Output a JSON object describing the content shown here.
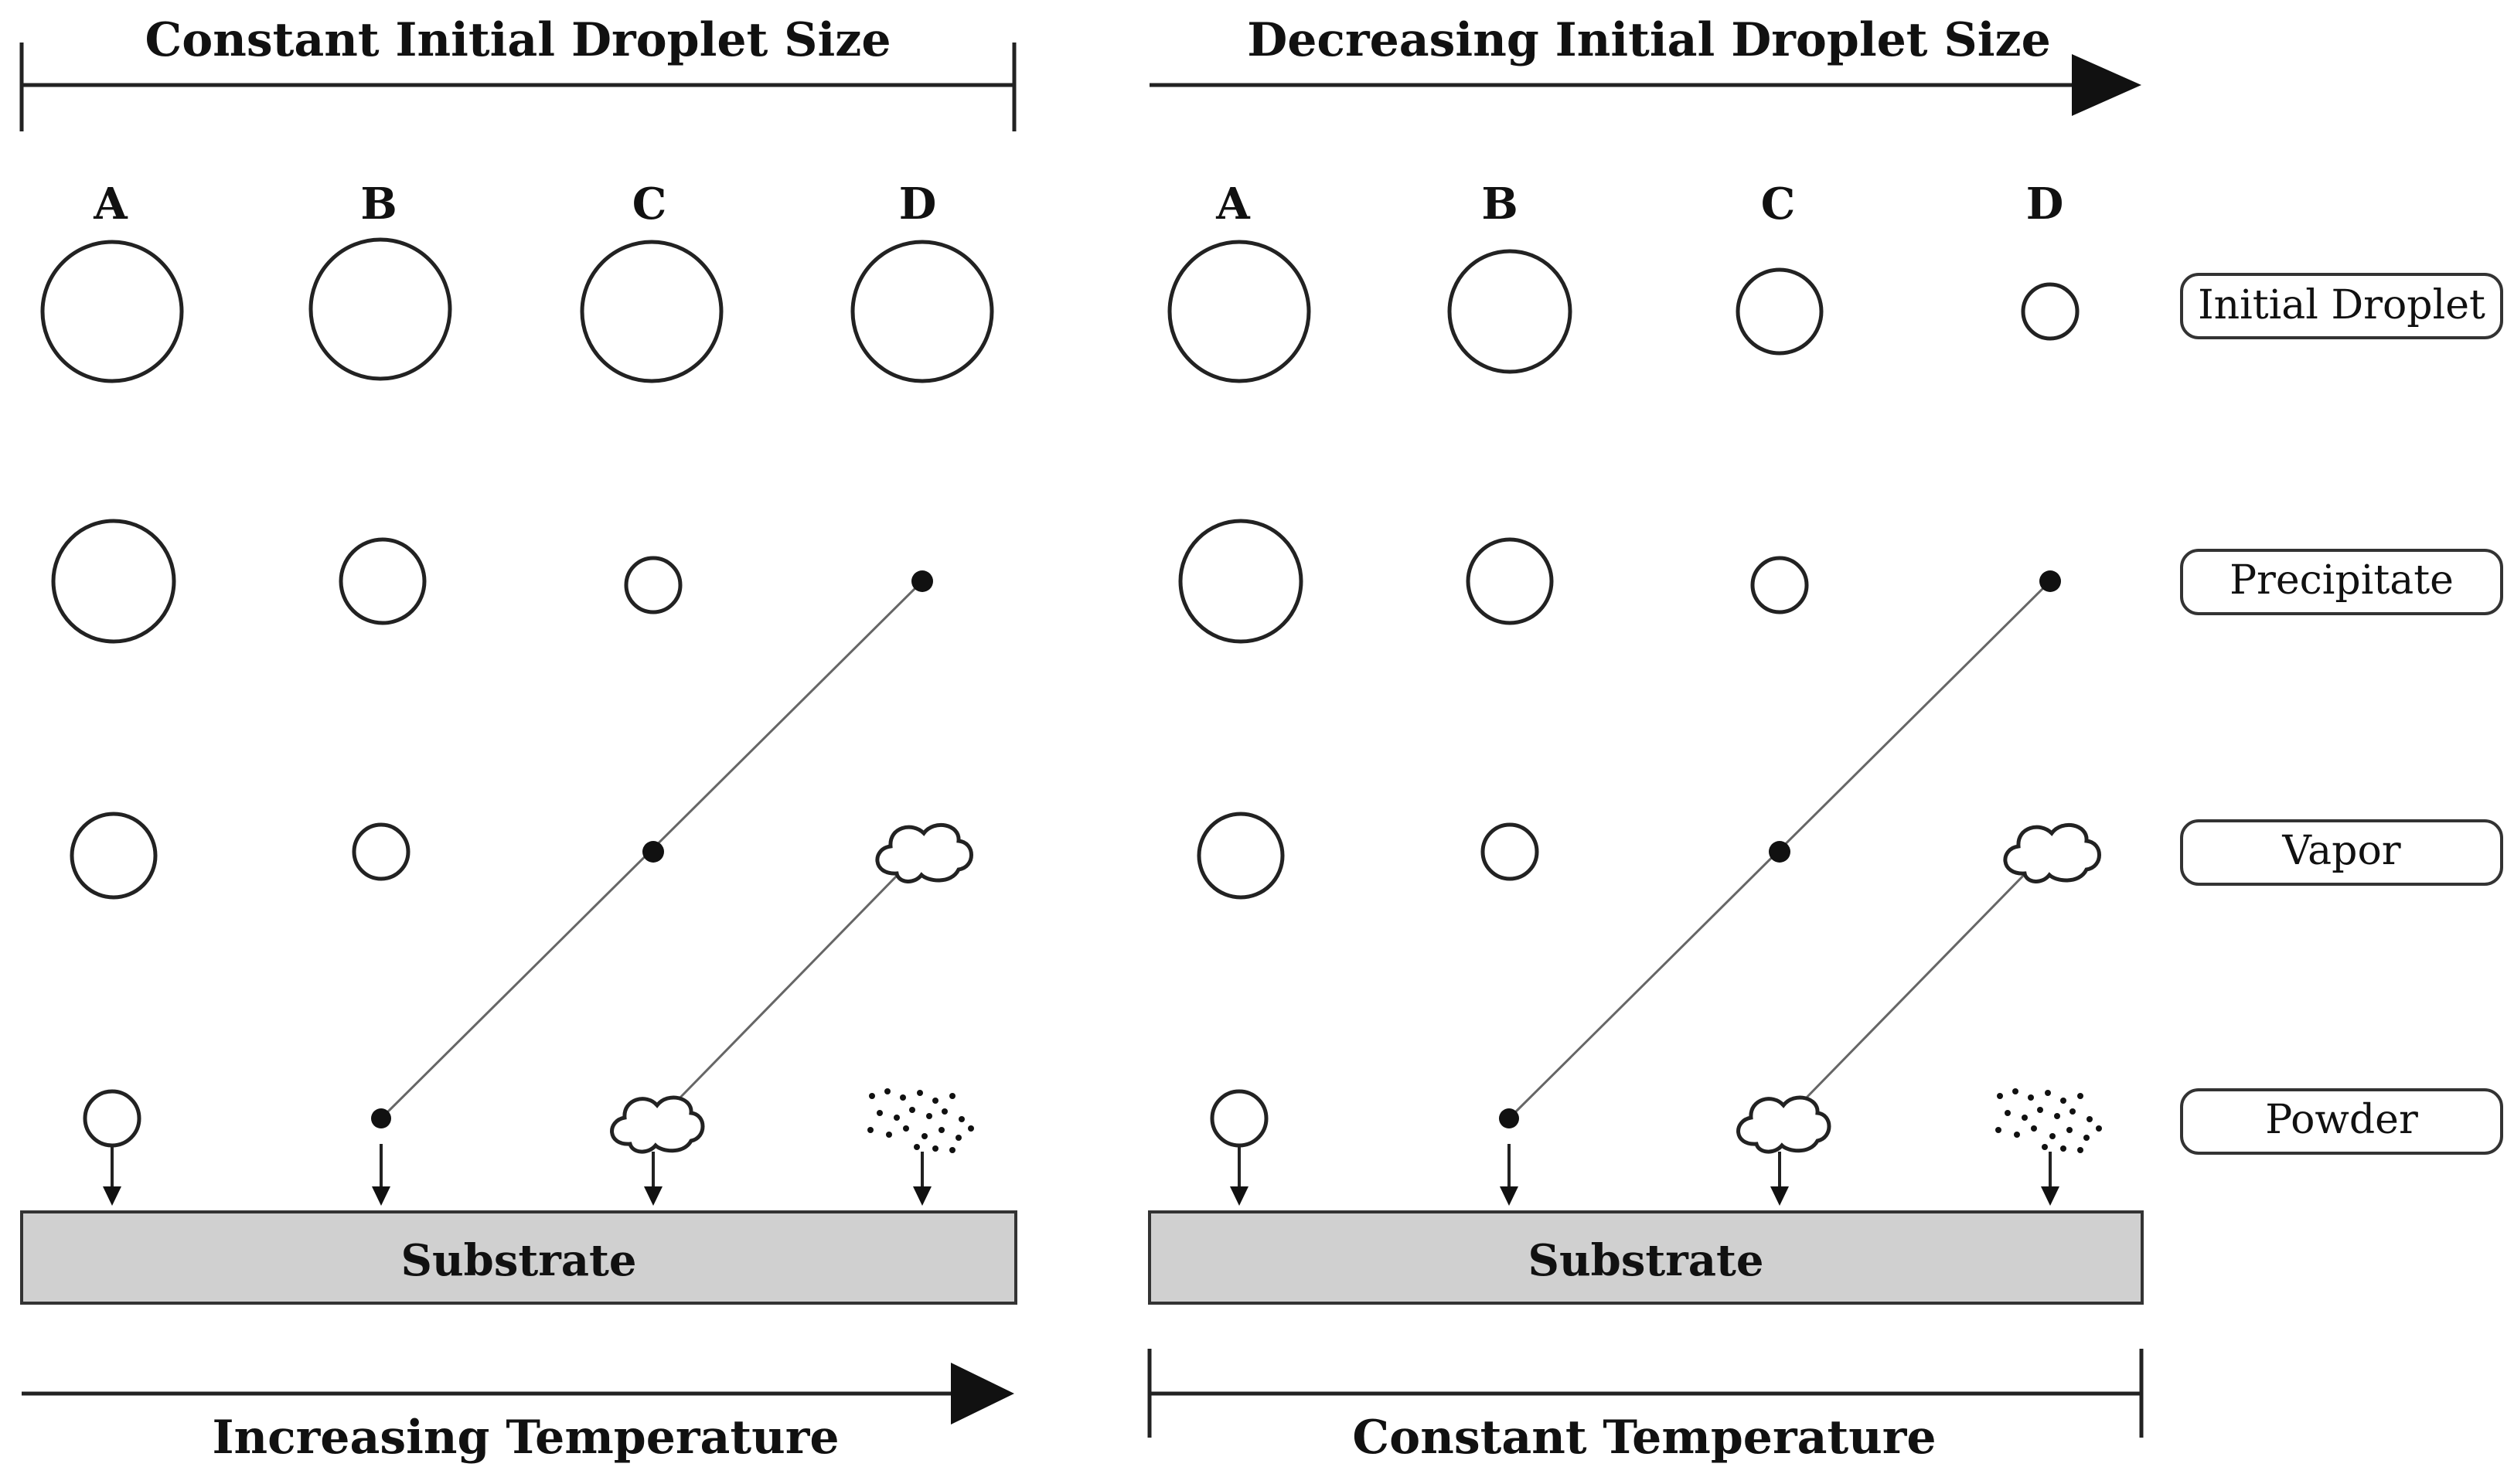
{
  "panels": [
    {
      "id": "left",
      "top_title": "Constant Initial Droplet Size",
      "bottom_title": "Increasing Temperature",
      "substrate_label": "Substrate",
      "columns": [
        "A",
        "B",
        "C",
        "D"
      ]
    },
    {
      "id": "right",
      "top_title": "Decreasing Initial Droplet Size",
      "bottom_title": "Constant Temperature",
      "substrate_label": "Substrate",
      "columns": [
        "A",
        "B",
        "C",
        "D"
      ]
    }
  ],
  "stages": [
    "Initial Droplet",
    "Precipitate",
    "Vapor",
    "Powder"
  ]
}
